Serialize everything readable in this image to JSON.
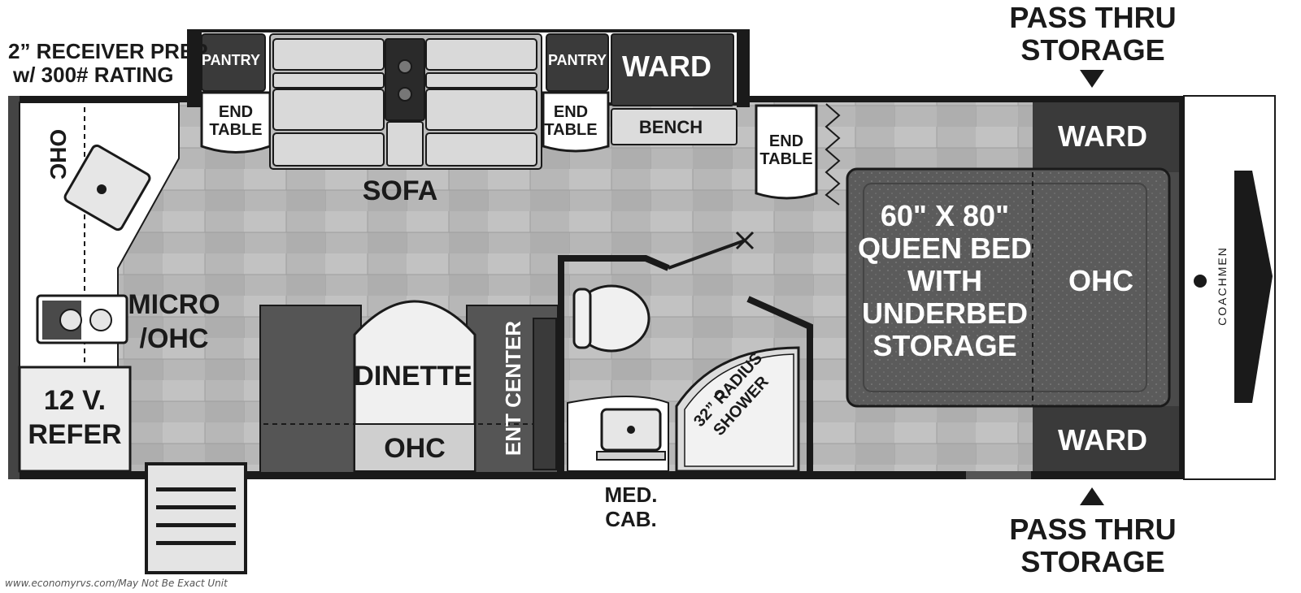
{
  "labels": {
    "receiver_line1": "2” RECEIVER PREP",
    "receiver_line2": "w/ 300# RATING",
    "pantry_left": "PANTRY",
    "pantry_right": "PANTRY",
    "ward_top": "WARD",
    "end_word": "END",
    "table_word": "TABLE",
    "bench": "BENCH",
    "sofa": "SOFA",
    "ohc_kitchen": "OHC",
    "micro_line1": "MICRO",
    "micro_line2": "/OHC",
    "refer_line1": "12 V.",
    "refer_line2": "REFER",
    "dinette": "DINETTE",
    "ohc_dinette": "OHC",
    "ent_center": "ENT CENTER",
    "shower_line1": "32” RADIUS",
    "shower_line2": "SHOWER",
    "med_line1": "MED.",
    "med_line2": "CAB.",
    "bed_line1": "60\" X 80\"",
    "bed_line2": "QUEEN BED",
    "bed_line3": "WITH",
    "bed_line4": "UNDERBED",
    "bed_line5": "STORAGE",
    "ohc_bed": "OHC",
    "ward_bed_top": "WARD",
    "ward_bed_bottom": "WARD",
    "pass_line1": "PASS THRU",
    "pass_line2": "STORAGE",
    "brand": "COACHMEN",
    "watermark": "www.economyrvs.com/May Not Be Exact Unit"
  },
  "colors": {
    "floor": "#b9b9b9",
    "wall": "#1a1a1a",
    "cabinet_dark": "#3a3a3a",
    "cushion": "#d8d8d8",
    "bed": "#5a5a5a"
  }
}
